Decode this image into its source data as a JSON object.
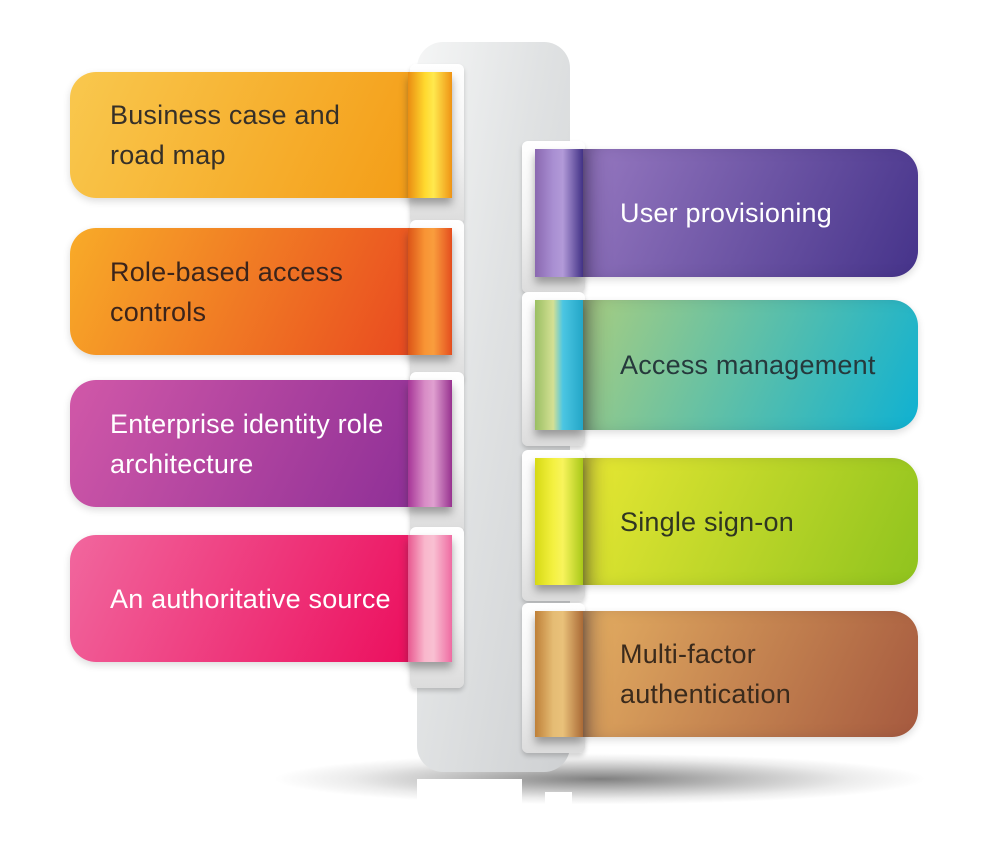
{
  "diagram": {
    "type": "ribbon-list-infographic",
    "background": "#ffffff",
    "spine": {
      "gradient_start": "#f5f6f6",
      "gradient_end": "#ced0d2"
    },
    "ground_shadow_color": "#8c8c8c",
    "left_cards": [
      {
        "label": "Business case and\nroad map",
        "colors": {
          "body_start": "#f9c84e",
          "body_end": "#f49d17",
          "fold_edge": "#ea8d12",
          "fold_light": "#ffd82e",
          "fold_light2": "#ffe94e",
          "fold_end": "#ef9314",
          "text": "#363028"
        }
      },
      {
        "label": "Role-based access\ncontrols",
        "colors": {
          "body_start": "#f8ab28",
          "body_end": "#e94a20",
          "fold_edge": "#dc5417",
          "fold_light": "#f89434",
          "fold_light2": "#f99d3d",
          "fold_end": "#e44d1e",
          "text": "#3b241b"
        }
      },
      {
        "label": "Enterprise identity role\narchitecture",
        "colors": {
          "body_start": "#d158a8",
          "body_end": "#8f3097",
          "fold_edge": "#a63597",
          "fold_light": "#d88cc6",
          "fold_light2": "#e0a0d0",
          "fold_end": "#97318f",
          "text": "#ffffff"
        }
      },
      {
        "label": "An authoritative source",
        "colors": {
          "body_start": "#f1679e",
          "body_end": "#ec0f5e",
          "fold_edge": "#e85890",
          "fold_light": "#f9b7cc",
          "fold_light2": "#f9c0d2",
          "fold_end": "#ef6ba2",
          "text": "#ffffff"
        }
      }
    ],
    "right_cards": [
      {
        "label": "User provisioning",
        "colors": {
          "body_start": "#9678c0",
          "body_end": "#45338a",
          "fold_edge": "#8a68b0",
          "fold_light": "#a98fd2",
          "fold_light2": "#b29ad8",
          "fold_end": "#413186",
          "text": "#ffffff"
        }
      },
      {
        "label": "Access management",
        "colors": {
          "body_start": "#a8cd81",
          "body_end": "#0fb1d2",
          "fold_edge": "#9abf63",
          "fold_light": "#d4e094",
          "fold_light2": "#4cc6e3",
          "fold_end": "#23a6c7",
          "text": "#26393c"
        }
      },
      {
        "label": "Single sign-on",
        "colors": {
          "body_start": "#e7e733",
          "body_end": "#8fc31e",
          "fold_edge": "#d6d914",
          "fold_light": "#f4f141",
          "fold_light2": "#f8f45c",
          "fold_end": "#a8c818",
          "text": "#2f3522"
        }
      },
      {
        "label": "Multi-factor\nauthentication",
        "colors": {
          "body_start": "#e3ad61",
          "body_end": "#a5593f",
          "fold_edge": "#bf8038",
          "fold_light": "#e5bc74",
          "fold_light2": "#e9c17a",
          "fold_end": "#aa6a36",
          "text": "#3a2a1c"
        }
      }
    ]
  }
}
